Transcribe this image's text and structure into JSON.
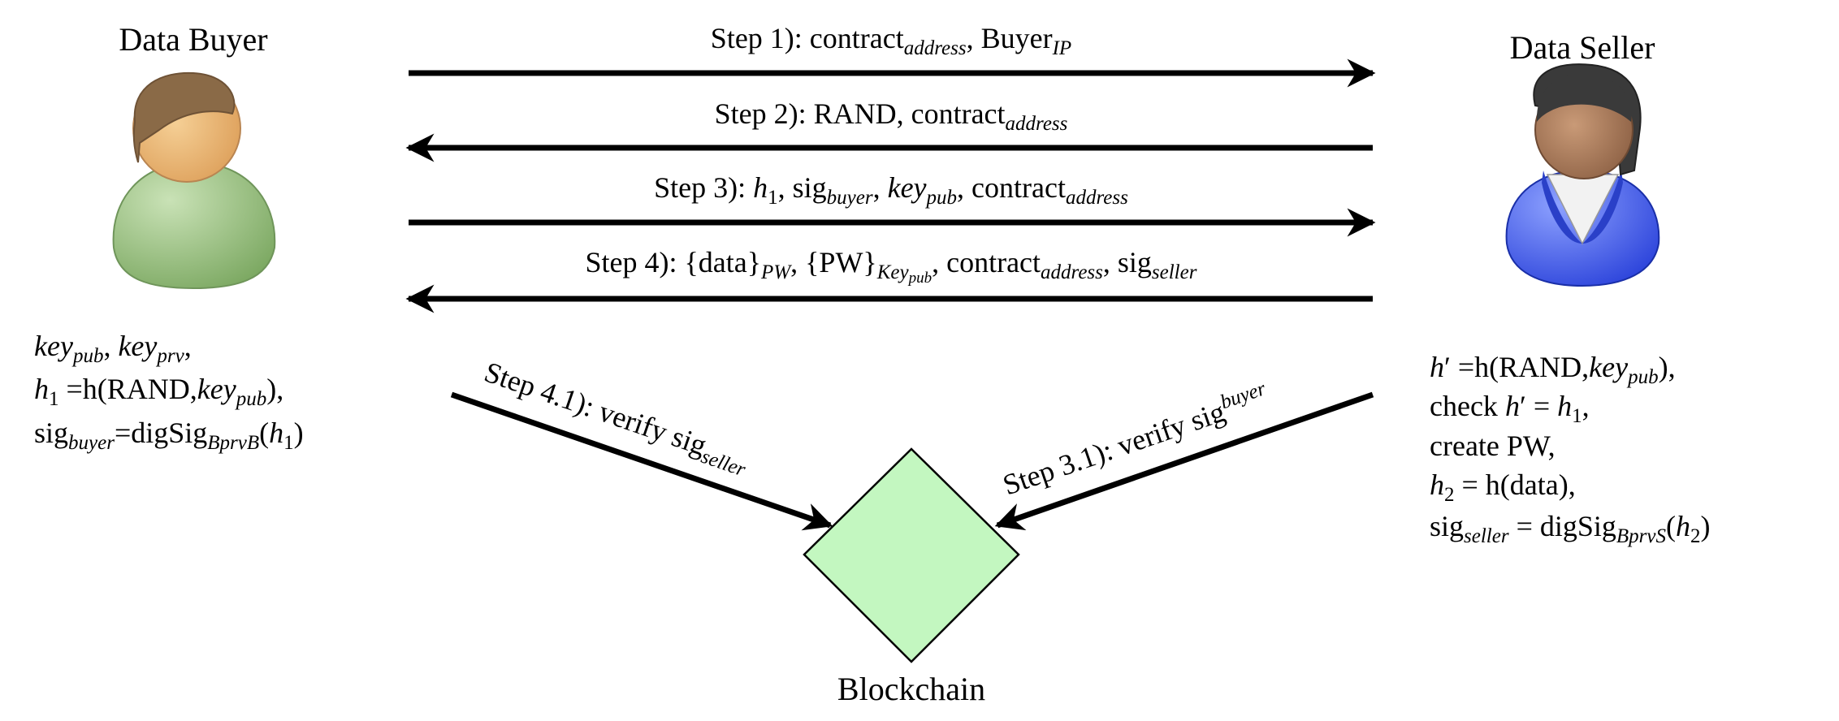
{
  "actors": {
    "buyer": {
      "label": "Data Buyer",
      "icon": "user-male-green-icon"
    },
    "seller": {
      "label": "Data Seller",
      "icon": "user-female-blue-icon"
    }
  },
  "blockchain": {
    "label": "Blockchain",
    "icon": "diamond-icon",
    "color": "#c3f7c0"
  },
  "colors": {
    "buyer_shirt": "#7fac63",
    "buyer_skin": "#e7ae6b",
    "buyer_hair": "#8a6a47",
    "seller_suit": "#2b48e8",
    "seller_skin": "#9a6d4f",
    "seller_hair": "#3a3a3a"
  },
  "steps": {
    "s1": {
      "prefix": "Step 1): ",
      "w1": "contract",
      "s1": "address",
      "sep": ", ",
      "w2": "Buyer",
      "s2": "IP"
    },
    "s2": {
      "prefix": "Step 2): RAND, ",
      "w1": "contract",
      "s1": "address"
    },
    "s3": {
      "prefix": "Step 3): ",
      "h": "h",
      "h_sub": "1",
      "sep1": ", ",
      "sig": "sig",
      "sig_sub": "buyer",
      "sep2": ", ",
      "key": "key",
      "key_sub": "pub",
      "sep3": ", ",
      "c": "contract",
      "c_sub": "address"
    },
    "s4": {
      "prefix": "Step 4): {data}",
      "pw_sub": "PW",
      "mid": ", {PW}",
      "key_sub": "Key",
      "key_subsub": "pub",
      "sep": ", ",
      "c": "contract",
      "c_sub": "address",
      "sep2": ", ",
      "sig": "sig",
      "sig_sub": "seller"
    },
    "s41": {
      "prefix": "Step 4.1): verify sig",
      "sub": "seller"
    },
    "s31": {
      "prefix": "Step 3.1): verify sig",
      "sub": "buyer"
    }
  },
  "buyer_notes": {
    "l1": {
      "k1": "key",
      "k1s": "pub",
      "sep": ", ",
      "k2": "key",
      "k2s": "prv",
      "end": ","
    },
    "l2": {
      "h": "h",
      "hs": "1",
      "mid": " =h(RAND,",
      "k": "key",
      "ks": "pub",
      "end": "),"
    },
    "l3": {
      "sig": "sig",
      "sigs": "buyer",
      "mid": "=digSig",
      "ds": "BprvB",
      "open": "(",
      "h": "h",
      "hs": "1",
      "end": ")"
    }
  },
  "seller_notes": {
    "l1": {
      "h": "h",
      "prime": "′",
      "mid": " =h(RAND,",
      "k": "key",
      "ks": "pub",
      "end": "),"
    },
    "l2": {
      "pre": "check ",
      "h": "h",
      "prime": "′",
      "eq": " = ",
      "h2": "h",
      "h2s": "1",
      "end": ","
    },
    "l3": {
      "text": "create PW,"
    },
    "l4": {
      "h": "h",
      "hs": "2",
      "rest": " = h(data),"
    },
    "l5": {
      "sig": "sig",
      "sigs": "seller",
      "mid": " = digSig",
      "ds": "BprvS",
      "open": "(",
      "h": "h",
      "hs": "2",
      "end": ")"
    }
  }
}
